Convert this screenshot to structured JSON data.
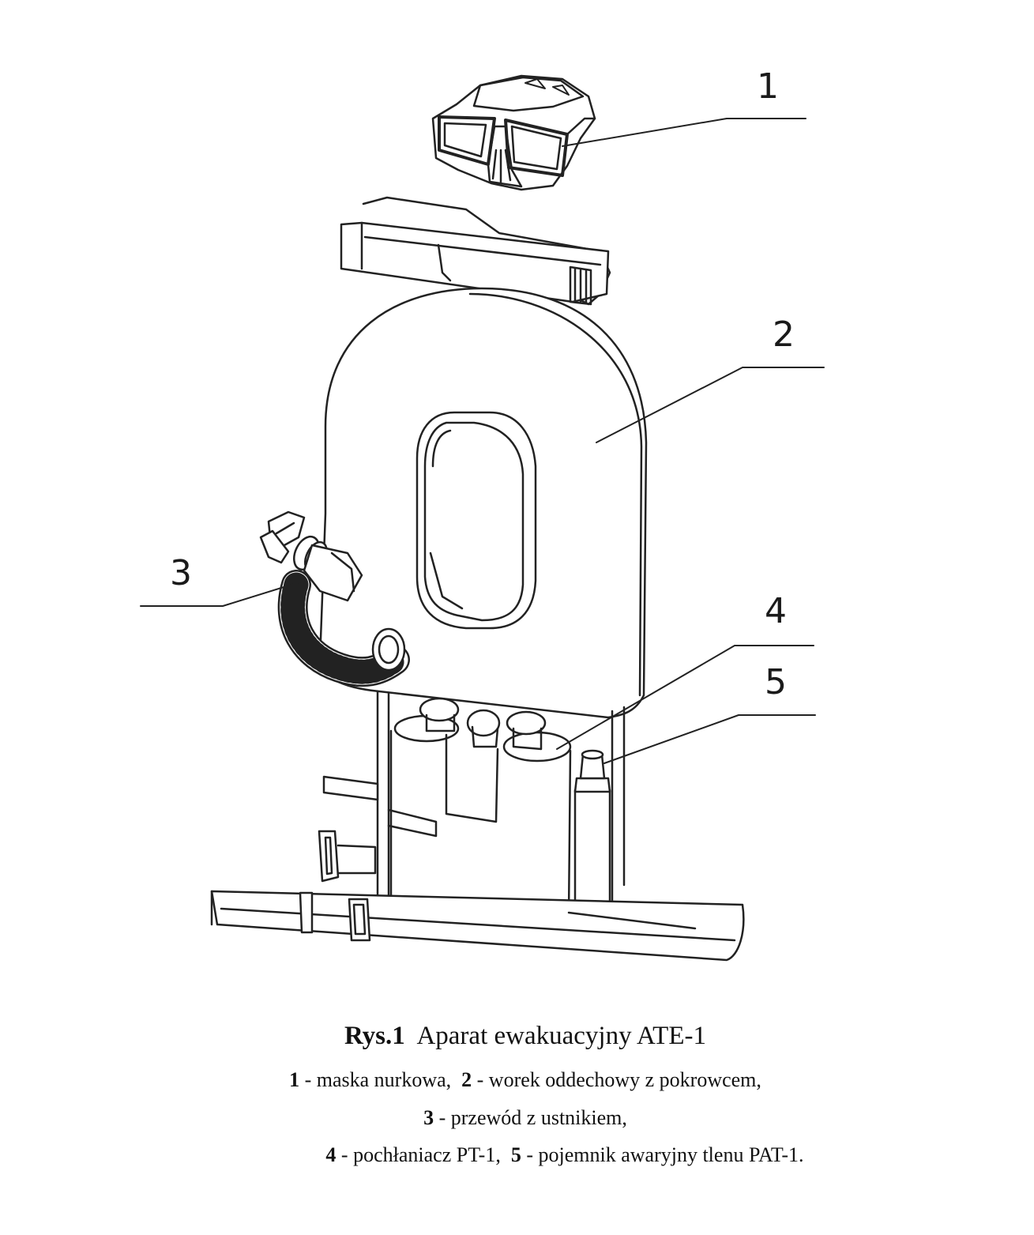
{
  "callouts": [
    {
      "number": "1",
      "part": "maska nurkowa"
    },
    {
      "number": "2",
      "part": "worek oddechowy z pokrowcem"
    },
    {
      "number": "3",
      "part": "przewód z ustnikiem"
    },
    {
      "number": "4",
      "part": "pochłaniacz PT-1"
    },
    {
      "number": "5",
      "part": "pojemnik awaryjny tlenu PAT-1"
    }
  ],
  "caption": {
    "fig_label": "Rys.1",
    "fig_title": "Aparat ewakuacyjny ATE-1",
    "line1": [
      {
        "num": "1",
        "text": " - maska nurkowa,  "
      },
      {
        "num": "2",
        "text": " - worek oddechowy z pokrowcem,"
      }
    ],
    "line2": [
      {
        "num": "3",
        "text": " - przewód z ustnikiem,"
      }
    ],
    "line3": [
      {
        "num": "4",
        "text": " - pochłaniacz PT-1,  "
      },
      {
        "num": "5",
        "text": " - pojemnik awaryjny tlenu PAT-1."
      }
    ]
  }
}
